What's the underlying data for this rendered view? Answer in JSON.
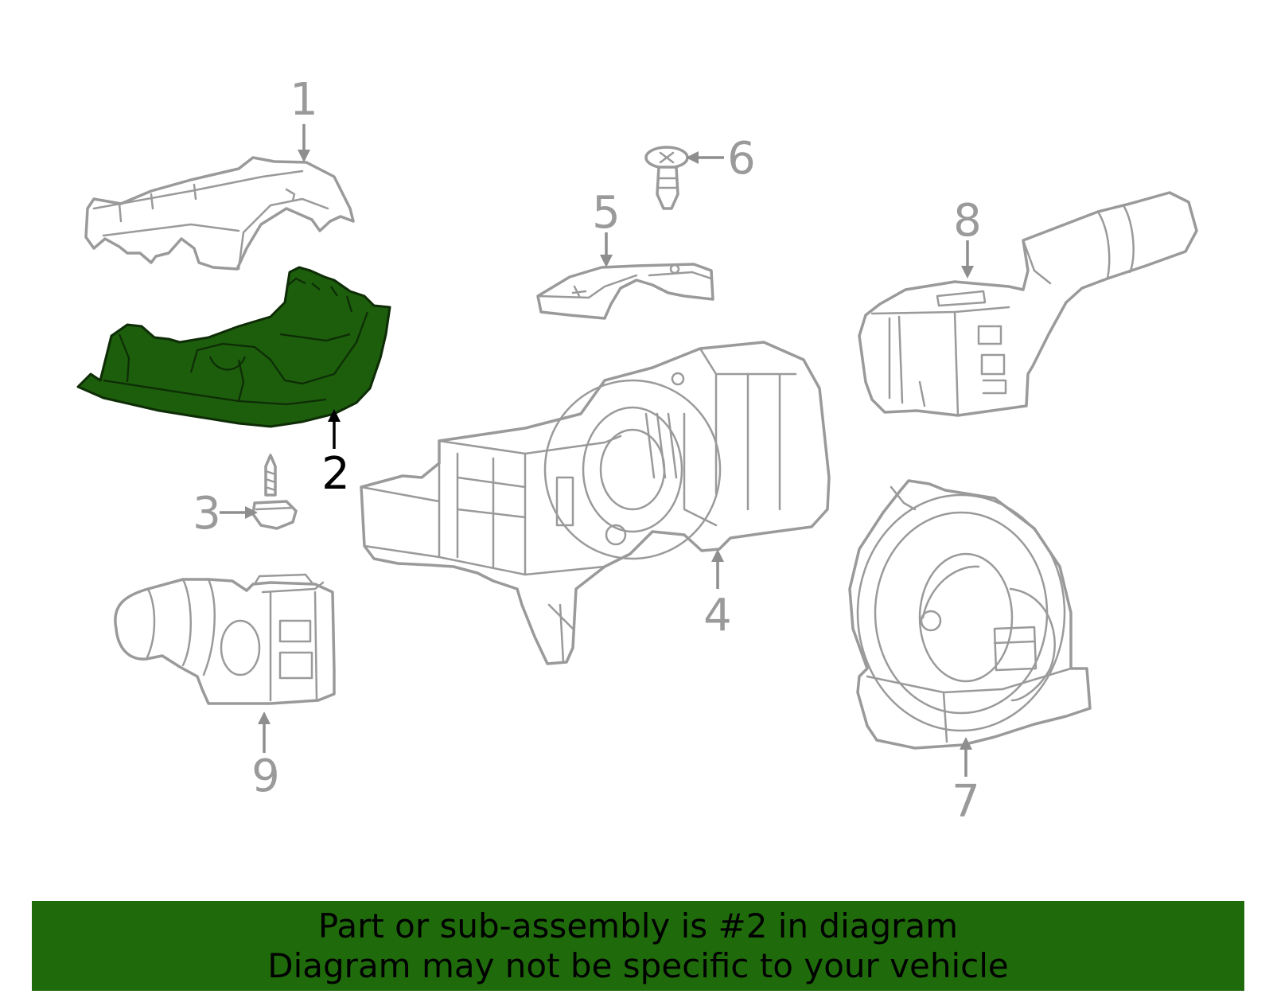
{
  "callouts": {
    "c1": "1",
    "c2": "2",
    "c3": "3",
    "c4": "4",
    "c5": "5",
    "c6": "6",
    "c7": "7",
    "c8": "8",
    "c9": "9"
  },
  "highlighted_part": "2",
  "banner": {
    "line1": "Part or sub-assembly is #2 in diagram",
    "line2": "Diagram may not be specific to your vehicle"
  },
  "colors": {
    "highlight_fill": "#1c5e0c",
    "banner_background": "#1f6b0c",
    "line_art": "#9a9a9a"
  }
}
